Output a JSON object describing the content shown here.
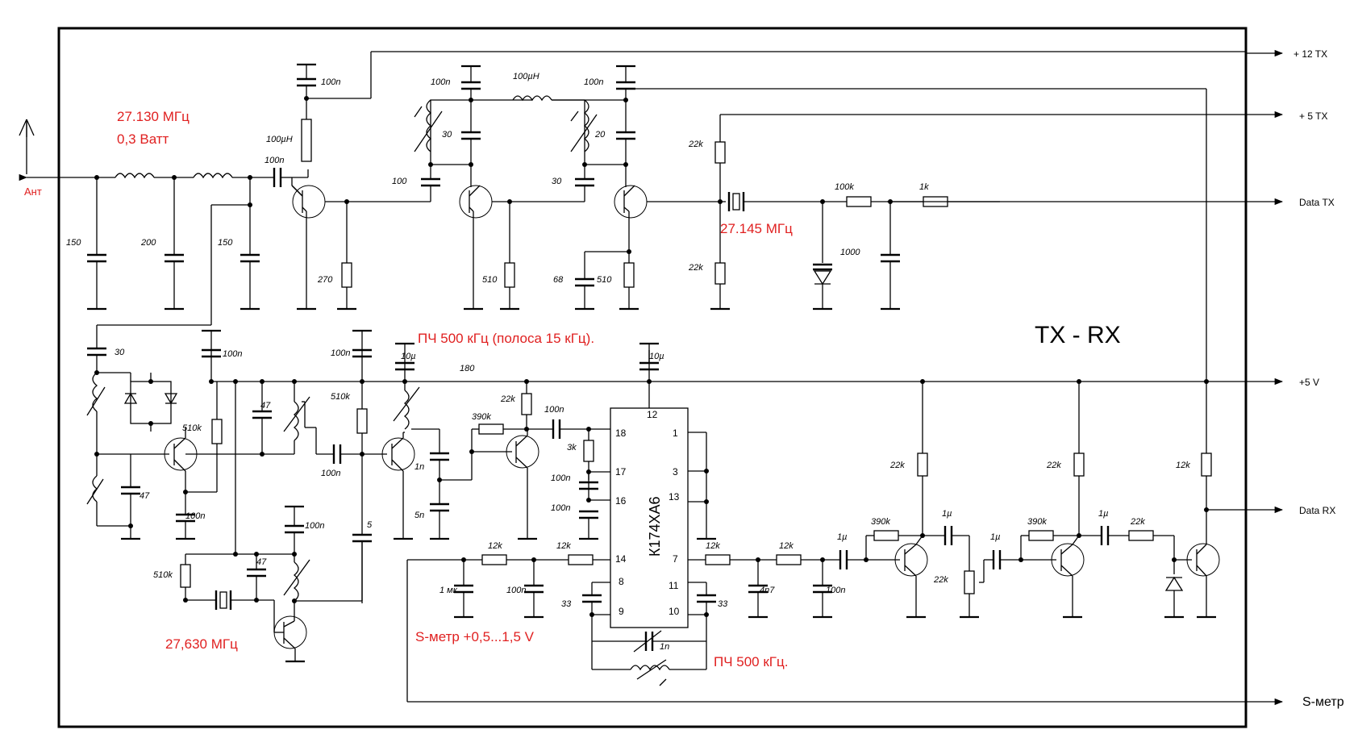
{
  "title": "TX - RX",
  "chip_name": "К174ХА6",
  "outputs": {
    "tx12": "+ 12 TX",
    "tx5": "+ 5 TX",
    "data_tx": "Data TX",
    "v5": "+5 V",
    "data_rx": "Data RX",
    "s_meter": "S-метр"
  },
  "annotations": {
    "ant": "Ант",
    "tx_freq": "27.130 МГц",
    "tx_power": "0,3 Ватт",
    "xtal_tx": "27.145 МГц",
    "if_filter": "ПЧ 500 кГц (полоса 15 кГц).",
    "xtal_lo": "27,630 МГц",
    "s_meter_range": "S-метр +0,5...1,5 V",
    "if_coil": "ПЧ 500 кГц."
  },
  "chip_pins": [
    "12",
    "18",
    "17",
    "16",
    "14",
    "8",
    "9",
    "1",
    "3",
    "13",
    "7",
    "11",
    "10"
  ],
  "components": {
    "c_tx1": "100n",
    "l_tx1": "100µH",
    "c_tx2": "100n",
    "c_tx3": "100n",
    "l_tx2": "100µH",
    "c_tx4": "100n",
    "c_tx5": "30",
    "c_tx6": "20",
    "c_tx7": "100",
    "c_tx8": "30",
    "r_tx1": "22k",
    "r_tx2": "22k",
    "r_tx3": "100k",
    "r_tx4": "1k",
    "c_f1": "150",
    "c_f2": "200",
    "c_f3": "150",
    "r_e1": "270",
    "r_e2": "510",
    "c_e3": "68",
    "r_e3": "510",
    "c_tx9": "1000",
    "c_rx1": "30",
    "c_rx2": "100n",
    "c_rx3": "100n",
    "c_rx4": "10µ",
    "c_rx5": "10µ",
    "r_rx1": "180",
    "r_rx2": "510k",
    "r_rx3": "510k",
    "c_rx6": "47",
    "c_rx7": "47",
    "c_rx8": "100n",
    "c_rx9": "100n",
    "r_rx4": "22k",
    "r_rx5": "390k",
    "c_rx10": "100n",
    "r_rx6": "3k",
    "c_rx11": "100n",
    "c_rx12": "100n",
    "c_rx13": "1n",
    "c_rx14": "5n",
    "c_rx15": "100n",
    "r_rx7": "510k",
    "c_rx16": "47",
    "c_rx17": "5",
    "r_rx8": "12k",
    "r_rx9": "12k",
    "c_rx18": "1 мк",
    "c_rx19": "100n",
    "c_rx20": "33",
    "c_rx21": "33",
    "c_rx22": "1n",
    "r_rx10": "12k",
    "r_rx11": "12k",
    "c_rx23": "4n7",
    "c_rx24": "100n",
    "c_rx25": "1µ",
    "r_rx12": "390k",
    "r_rx13": "22k",
    "c_rx26": "1µ",
    "r_rx14": "22k",
    "c_rx27": "1µ",
    "r_rx15": "390k",
    "r_rx16": "22k",
    "c_rx28": "1µ",
    "r_rx17": "22k",
    "r_rx18": "12k"
  }
}
